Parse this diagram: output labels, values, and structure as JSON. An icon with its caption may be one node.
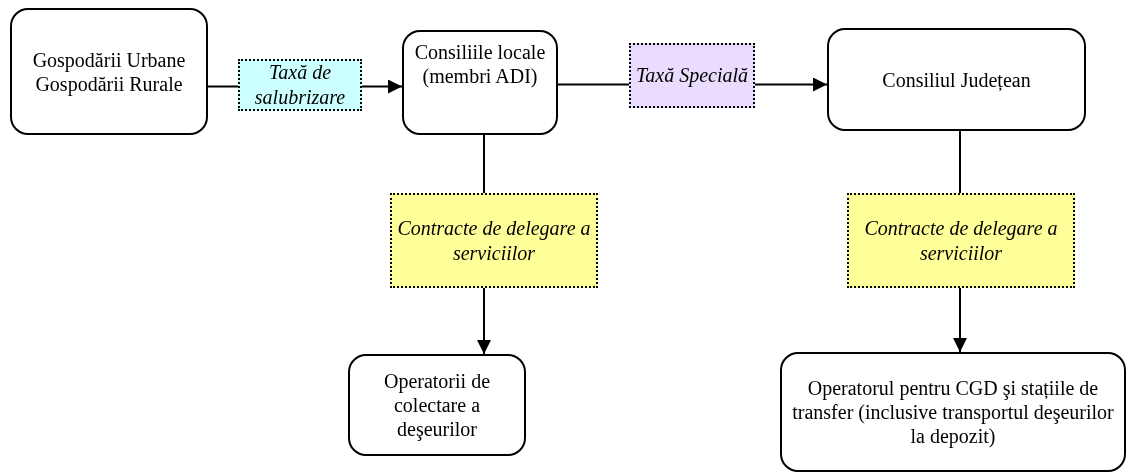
{
  "diagram": {
    "nodes": [
      {
        "text": [
          "Gospodării Urbane",
          "Gospodării Rurale"
        ]
      },
      {
        "text": [
          "Consiliile locale (membri ADI)"
        ]
      },
      {
        "text": [
          "Consiliul Județean"
        ]
      },
      {
        "text": [
          "Operatorii de colectare a deşeurilor"
        ]
      },
      {
        "text": [
          "Operatorul pentru CGD şi stațiile de transfer (inclusive transportul deşeurilor la depozit)"
        ]
      }
    ],
    "edges": [
      {
        "from": 0,
        "to": 1,
        "arrow": "to",
        "label": "Taxă de salubrizare"
      },
      {
        "from": 1,
        "to": 2,
        "arrow": "to",
        "label": "Taxă Specială"
      },
      {
        "from": 1,
        "to": 3,
        "arrow": "to",
        "label": "Contracte de delegare a serviciilor"
      },
      {
        "from": 2,
        "to": 4,
        "arrow": "to",
        "label": "Contracte de delegare a serviciilor"
      }
    ]
  }
}
